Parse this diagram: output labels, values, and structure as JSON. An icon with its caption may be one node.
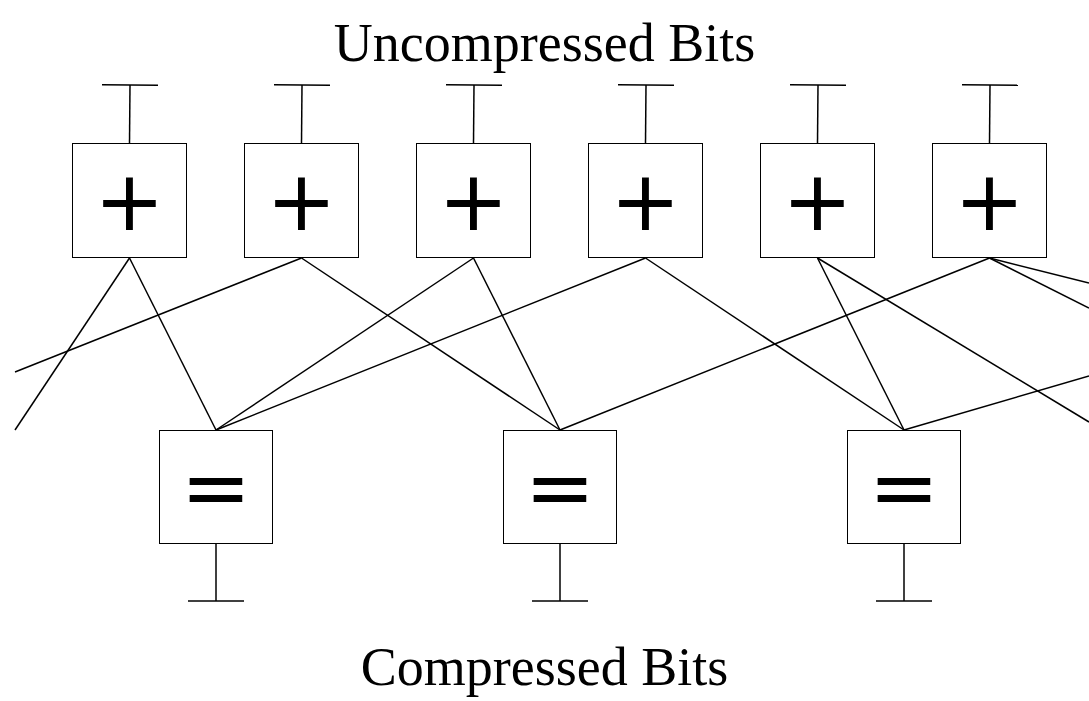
{
  "diagram": {
    "title": "Uncompressed Bits",
    "caption": "Compressed Bits",
    "nodes": [
      {
        "text": [
          "+"
        ]
      },
      {
        "text": [
          "+"
        ]
      },
      {
        "text": [
          "+"
        ]
      },
      {
        "text": [
          "+"
        ]
      },
      {
        "text": [
          "+"
        ]
      },
      {
        "text": [
          "+"
        ]
      },
      {
        "text": [
          "="
        ]
      },
      {
        "text": [
          "="
        ]
      },
      {
        "text": [
          "="
        ]
      }
    ],
    "edges": [
      {
        "from": 0,
        "to": null,
        "arrow": "other"
      },
      {
        "from": 1,
        "to": null,
        "arrow": "other"
      },
      {
        "from": 2,
        "to": null,
        "arrow": "other"
      },
      {
        "from": 3,
        "to": null,
        "arrow": "other"
      },
      {
        "from": 4,
        "to": null,
        "arrow": "other"
      },
      {
        "from": 5,
        "to": null,
        "arrow": "other"
      },
      {
        "from": 6,
        "to": null,
        "arrow": "other"
      },
      {
        "from": 7,
        "to": null,
        "arrow": "other"
      },
      {
        "from": 8,
        "to": null,
        "arrow": "other"
      },
      {
        "from": 0,
        "to": null,
        "arrow": "none"
      },
      {
        "from": 0,
        "to": 6,
        "arrow": "none"
      },
      {
        "from": 1,
        "to": null,
        "arrow": "none"
      },
      {
        "from": 1,
        "to": 7,
        "arrow": "none"
      },
      {
        "from": 2,
        "to": 6,
        "arrow": "none"
      },
      {
        "from": 2,
        "to": 7,
        "arrow": "none"
      },
      {
        "from": 3,
        "to": 6,
        "arrow": "none"
      },
      {
        "from": 3,
        "to": 8,
        "arrow": "none"
      },
      {
        "from": 4,
        "to": 8,
        "arrow": "none"
      },
      {
        "from": 4,
        "to": null,
        "arrow": "none"
      },
      {
        "from": 5,
        "to": 7,
        "arrow": "none"
      },
      {
        "from": 5,
        "to": null,
        "arrow": "none"
      },
      {
        "from": 5,
        "to": null,
        "arrow": "none"
      },
      {
        "from": 8,
        "to": null,
        "arrow": "none"
      }
    ]
  }
}
